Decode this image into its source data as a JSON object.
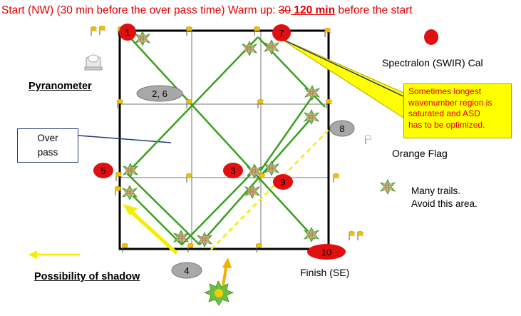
{
  "header": {
    "part1": "Start (NW) (30 min before the over pass time) Warm up: ",
    "struck": "30",
    "bold": " 120 min",
    "part2": " before the start"
  },
  "labels": {
    "pyranometer": "Pyranometer",
    "overpass_line1": "Over",
    "overpass_line2": "pass",
    "spectralon": "Spectralon (SWIR) Cal",
    "orange_flag": "Orange Flag",
    "trails_line1": "Many trails.",
    "trails_line2": "Avoid this area.",
    "shadow": "Possibility of shadow",
    "finish": "Finish (SE)"
  },
  "callout": {
    "line1": "Sometimes longest",
    "line2": "wavenumber region is",
    "line3": "saturated and ASD",
    "line4": "has to be optimized."
  },
  "markers": {
    "m1": "1",
    "m2_6": "2, 6",
    "m3": "3",
    "m4": "4",
    "m5": "5",
    "m7": "7",
    "m8": "8",
    "m9": "9",
    "m10": "10"
  },
  "colors": {
    "route": "#3aa020",
    "red_marker": "#e01010",
    "gray_marker": "#a8a8a8",
    "flag": "#f0c000",
    "callout_bg": "#ffff00",
    "header_text": "#e00000",
    "arrow_yellow": "#f2ee00",
    "arrow_orange": "#f0b000",
    "dashed_line": "#f2f000"
  }
}
